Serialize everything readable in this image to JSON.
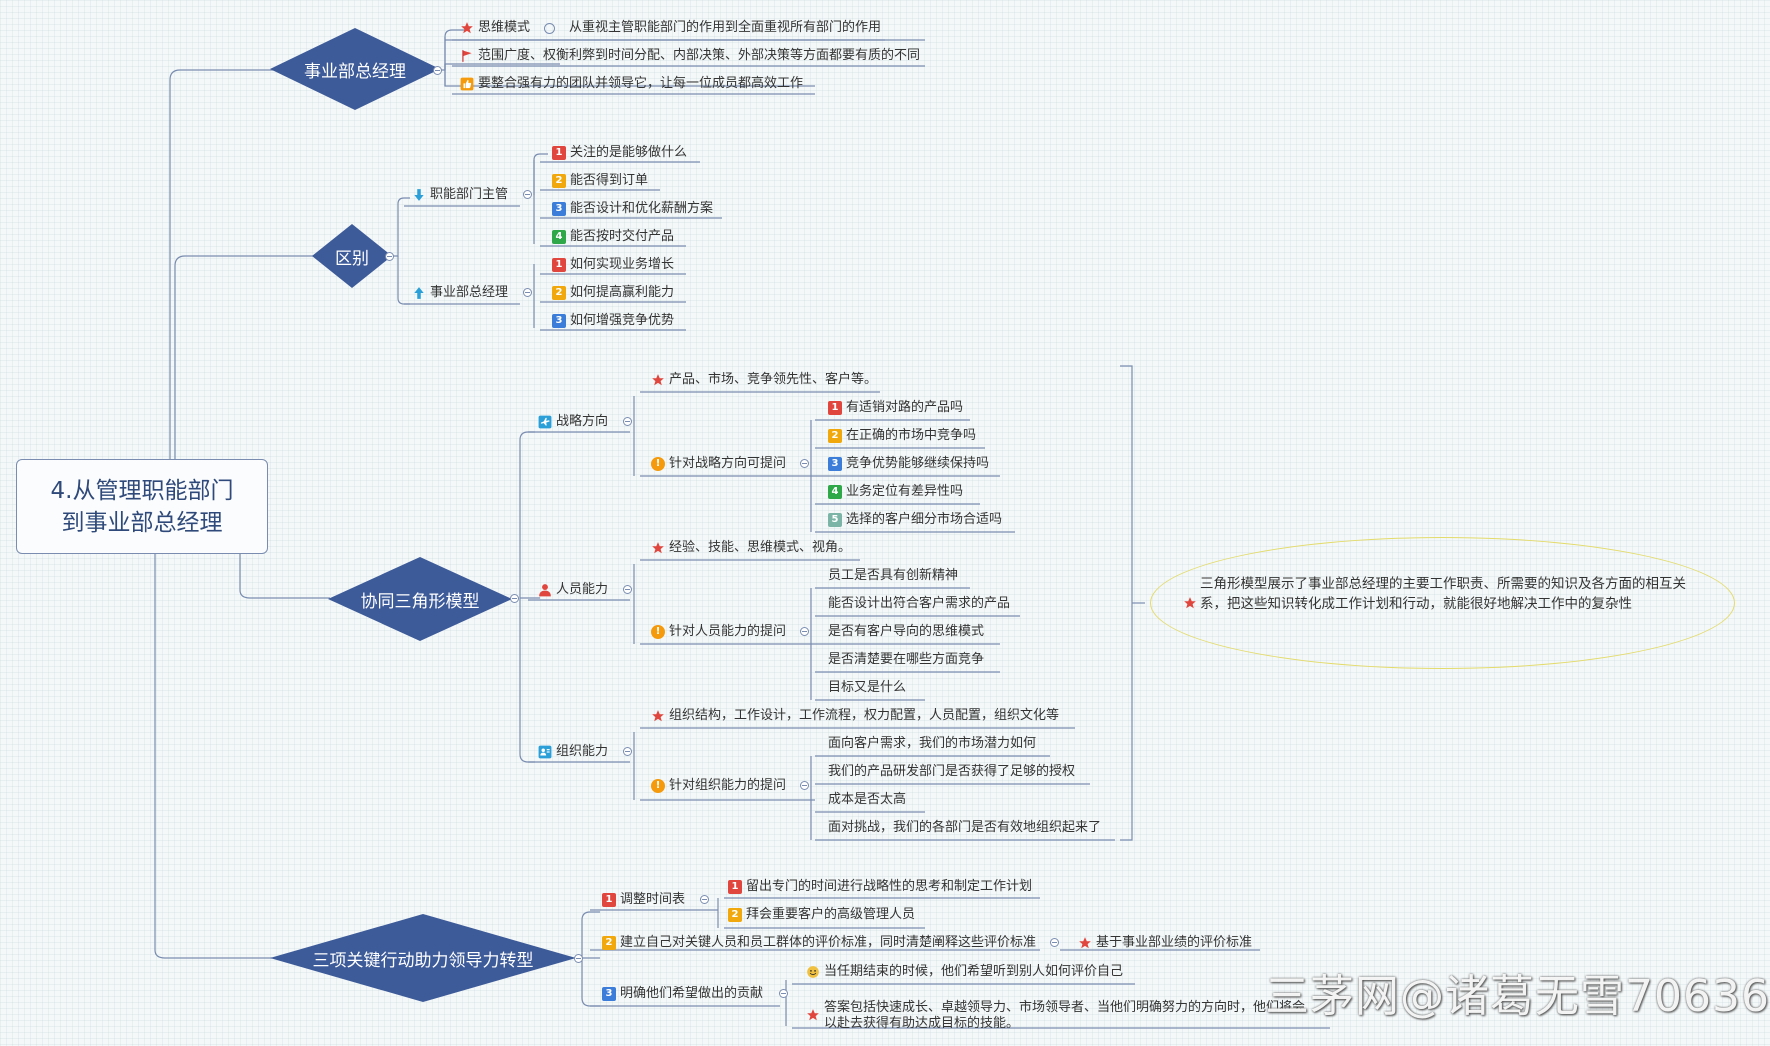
{
  "root": {
    "title": "4.从管理职能部门\n到事业部总经理"
  },
  "branches": {
    "b1": {
      "label": "事业部总经理",
      "items": [
        {
          "prefix": "思维模式",
          "text": "从重视主管职能部门的作用到全面重视所有部门的作用"
        },
        {
          "text": "范围广度、权衡利弊到时间分配、内部决策、外部决策等方面都要有质的不同"
        },
        {
          "text": "要整合强有力的团队并领导它，让每一位成员都高效工作"
        }
      ]
    },
    "b2": {
      "label": "区别",
      "sub1": {
        "label": "职能部门主管",
        "items": [
          "关注的是能够做什么",
          "能否得到订单",
          "能否设计和优化薪酬方案",
          "能否按时交付产品"
        ]
      },
      "sub2": {
        "label": "事业部总经理",
        "items": [
          "如何实现业务增长",
          "如何提高赢利能力",
          "如何增强竞争优势"
        ]
      }
    },
    "b3": {
      "label": "协同三角形模型",
      "strategy": {
        "label": "战略方向",
        "star": "产品、市场、竞争领先性、客户等。",
        "q_label": "针对战略方向可提问",
        "items": [
          "有适销对路的产品吗",
          "在正确的市场中竞争吗",
          "竞争优势能够继续保持吗",
          "业务定位有差异性吗",
          "选择的客户细分市场合适吗"
        ]
      },
      "people": {
        "label": "人员能力",
        "star": "经验、技能、思维模式、视角。",
        "q_label": "针对人员能力的提问",
        "items": [
          "员工是否具有创新精神",
          "能否设计出符合客户需求的产品",
          "是否有客户导向的思维模式",
          "是否清楚要在哪些方面竞争",
          "目标又是什么"
        ]
      },
      "org": {
        "label": "组织能力",
        "star": "组织结构，工作设计，工作流程，权力配置，人员配置，组织文化等",
        "q_label": "针对组织能力的提问",
        "items": [
          "面向客户需求，我们的市场潜力如何",
          "我们的产品研发部门是否获得了足够的授权",
          "成本是否太高",
          "面对挑战，我们的各部门是否有效地组织起来了"
        ]
      },
      "note": "三角形模型展示了事业部总经理的主要工作职责、所需要的知识及各方面的相互关系，把这些知识转化成工作计划和行动，就能很好地解决工作中的复杂性"
    },
    "b4": {
      "label": "三项关键行动助力领导力转型",
      "a1": {
        "label": "调整时间表",
        "items": [
          "留出专门的时间进行战略性的思考和制定工作计划",
          "拜会重要客户的高级管理人员"
        ]
      },
      "a2": {
        "label": "建立自己对关键人员和员工群体的评价标准，同时清楚阐释这些评价标准",
        "side": "基于事业部业绩的评价标准"
      },
      "a3": {
        "label": "明确他们希望做出的贡献",
        "items": [
          "当任期结束的时候，他们希望听到别人如何评价自己",
          "答案包括快速成长、卓越领导力、市场领导者、当他们明确努力的方向时，他们将会",
          "以赴去获得有助达成目标的技能。"
        ]
      }
    }
  },
  "watermark": "三茅网@诸葛无雪70636",
  "colors": {
    "diamond": "#3d5a99",
    "line": "#7a8db0",
    "star": "#e0463d",
    "note_border": "#e3db6a"
  }
}
